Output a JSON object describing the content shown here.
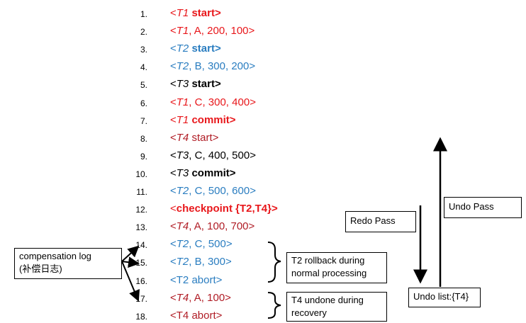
{
  "records": [
    {
      "num": "1.",
      "pre": "<",
      "txn": "T1",
      "rest": " start",
      "post": ">",
      "color": "#e8171b",
      "restBold": true
    },
    {
      "num": "2.",
      "pre": "<",
      "txn": "T1",
      "rest": ", A, 200, 100",
      "post": ">",
      "color": "#e8171b",
      "restBold": false
    },
    {
      "num": "3.",
      "pre": "<",
      "txn": "T2",
      "rest": " start",
      "post": ">",
      "color": "#2a7dc0",
      "restBold": true
    },
    {
      "num": "4.",
      "pre": "<",
      "txn": "T2",
      "rest": ", B, 300, 200",
      "post": ">",
      "color": "#2a7dc0",
      "restBold": false
    },
    {
      "num": "5.",
      "pre": "<",
      "txn": "T3",
      "rest": " start",
      "post": ">",
      "color": "#000000",
      "restBold": true
    },
    {
      "num": "6.",
      "pre": "<",
      "txn": "T1",
      "rest": ", C, 300, 400",
      "post": ">",
      "color": "#e8171b",
      "restBold": false
    },
    {
      "num": "7.",
      "pre": "<",
      "txn": "T1",
      "rest": " commit",
      "post": ">",
      "color": "#e8171b",
      "restBold": true
    },
    {
      "num": "8.",
      "pre": "<",
      "txn": "T4",
      "rest": " start",
      "post": ">",
      "color": "#b01c25",
      "restBold": false
    },
    {
      "num": "9.",
      "pre": "<",
      "txn": "T3",
      "rest": ", C, 400, 500",
      "post": ">",
      "color": "#000000",
      "restBold": false
    },
    {
      "num": "10.",
      "pre": "<",
      "txn": "T3",
      "rest": " commit",
      "post": ">",
      "color": "#000000",
      "restBold": true
    },
    {
      "num": "11.",
      "pre": "<",
      "txn": "T2",
      "rest": ", C, 500, 600",
      "post": ">",
      "color": "#2a7dc0",
      "restBold": false
    },
    {
      "num": "12.",
      "pre": "<",
      "txn": "",
      "rest": "checkpoint {T2,T4}",
      "post": ">",
      "color": "#e8171b",
      "restBold": true
    },
    {
      "num": "13.",
      "pre": "<",
      "txn": "T4",
      "rest": ", A, 100, 700",
      "post": ">",
      "color": "#b01c25",
      "restBold": false
    },
    {
      "num": "14.",
      "pre": "<",
      "txn": "T2",
      "rest": ", C, 500",
      "post": ">",
      "color": "#2a7dc0",
      "restBold": false
    },
    {
      "num": "15.",
      "pre": "<",
      "txn": "T2",
      "rest": ", B, 300",
      "post": ">",
      "color": "#2a7dc0",
      "restBold": false
    },
    {
      "num": "16.",
      "pre": "<",
      "txn": "",
      "rest": "T2 abort",
      "post": ">",
      "color": "#2a7dc0",
      "restBold": false
    },
    {
      "num": "17.",
      "pre": "<",
      "txn": "T4",
      "rest": ", A, 100",
      "post": ">",
      "color": "#b01c25",
      "restBold": false
    },
    {
      "num": "18.",
      "pre": "<",
      "txn": "",
      "rest": "T4 abort",
      "post": ">",
      "color": "#b01c25",
      "restBold": false
    }
  ],
  "labels": {
    "compensation_line1": "compensation log",
    "compensation_line2": "(补偿日志)",
    "t2_rollback_line1": "T2 rollback during",
    "t2_rollback_line2": "normal processing",
    "t4_undone_line1": "T4 undone  during",
    "t4_undone_line2": "recovery",
    "redo_pass": "Redo Pass",
    "undo_pass": "Undo Pass",
    "undo_list": "Undo list:{T4}"
  }
}
